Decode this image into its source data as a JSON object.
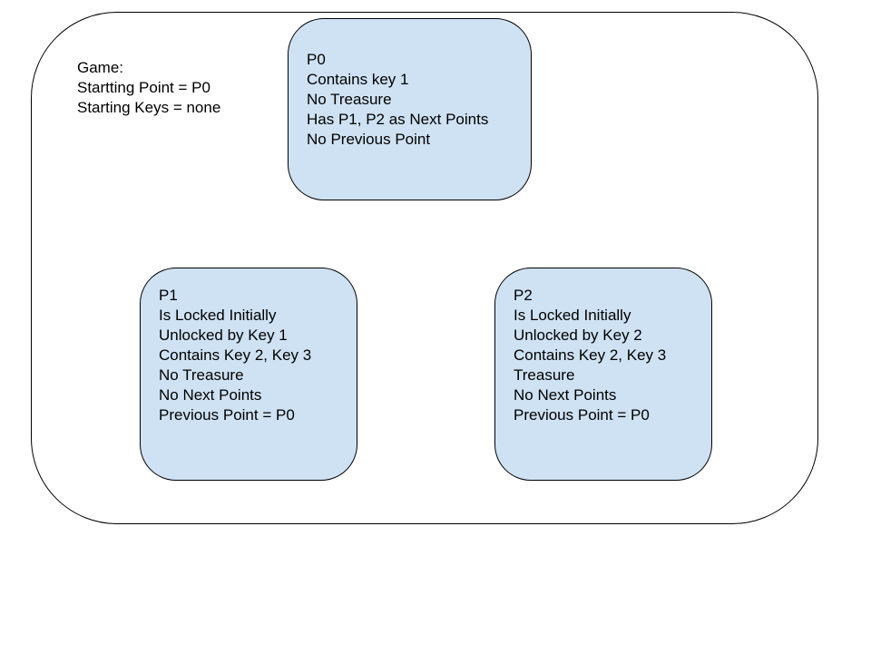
{
  "game": {
    "lines": [
      "Game:",
      "Startting Point = P0",
      "Starting Keys = none"
    ]
  },
  "points": [
    {
      "id": "P0",
      "lines": [
        "P0",
        "Contains key 1",
        "No Treasure",
        "Has P1, P2 as Next Points",
        "No Previous Point"
      ]
    },
    {
      "id": "P1",
      "lines": [
        "P1",
        "Is Locked Initially",
        "Unlocked by Key 1",
        "Contains Key 2, Key 3",
        "No Treasure",
        "No Next Points",
        "Previous Point = P0"
      ]
    },
    {
      "id": "P2",
      "lines": [
        "P2",
        "Is Locked Initially",
        "Unlocked by Key 2",
        "Contains Key 2, Key 3",
        "Treasure",
        "No Next Points",
        "Previous Point = P0"
      ]
    }
  ],
  "colors": {
    "box_fill": "#cfe2f3",
    "border": "#000000",
    "background": "#ffffff"
  }
}
